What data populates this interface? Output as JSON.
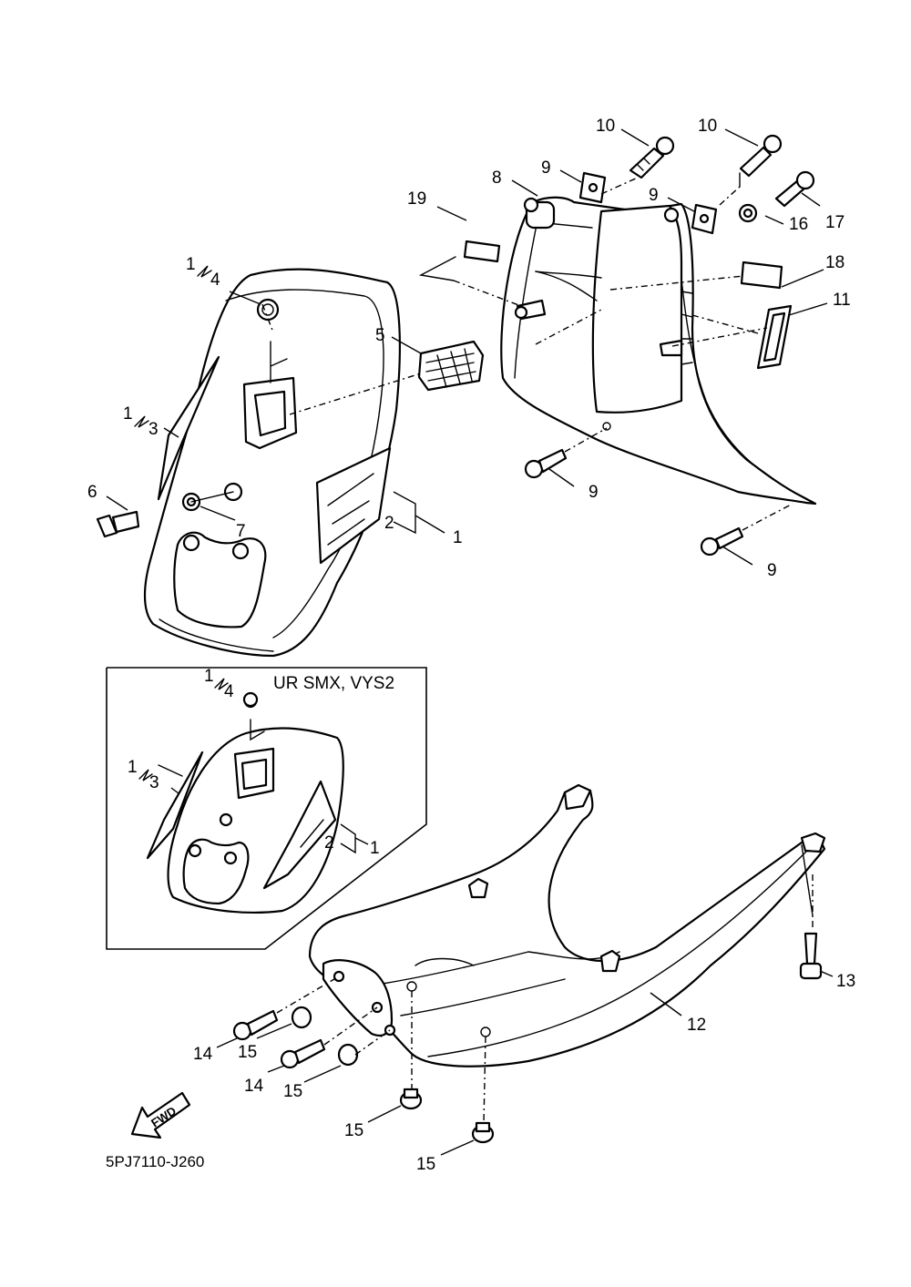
{
  "diagram": {
    "inset_label": "UR SMX, VYS2",
    "fwd_label": "FWD",
    "drawing_code": "5PJ7110-J260",
    "callouts": {
      "c10a": "10",
      "c10b": "10",
      "c9a": "9",
      "c9b": "9",
      "c8": "8",
      "c19": "19",
      "c17": "17",
      "c16": "16",
      "c18": "18",
      "c11": "11",
      "c14_1": "1",
      "c14_4": "4",
      "c5": "5",
      "c13_1": "1",
      "c13_3": "3",
      "c6": "6",
      "c7": "7",
      "c2": "2",
      "c1": "1",
      "c9c": "9",
      "c9d": "9",
      "i_c14_1": "1",
      "i_c14_4": "4",
      "i_c13_1": "1",
      "i_c13_3": "3",
      "i_c2": "2",
      "i_c1": "1",
      "c13": "13",
      "c12": "12",
      "c14a": "14",
      "c15a": "15",
      "c14b": "14",
      "c15b": "15",
      "c15c": "15",
      "c15d": "15"
    }
  }
}
